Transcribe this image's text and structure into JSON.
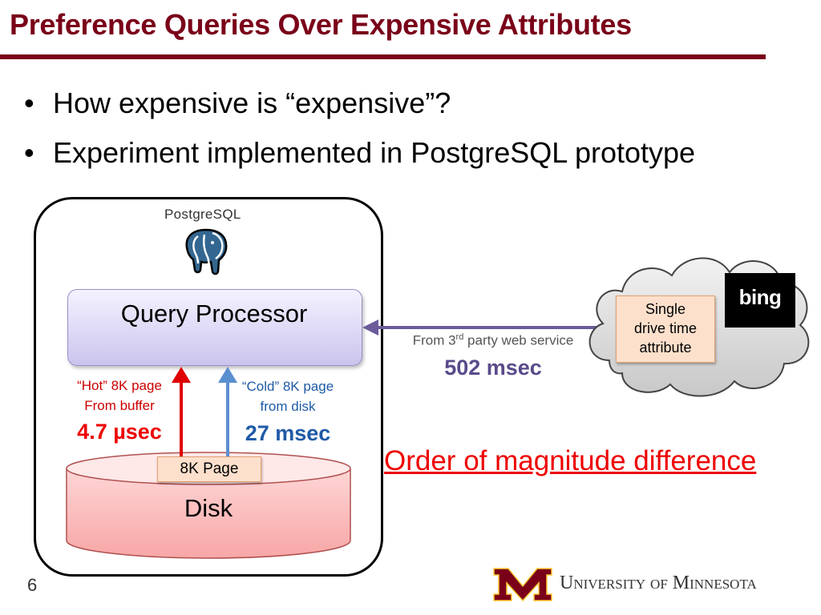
{
  "header": {
    "title": "Preference Queries Over Expensive Attributes",
    "accent_color": "#7a0019"
  },
  "bullets": [
    {
      "symbol": "•",
      "text": "How expensive is “expensive”?"
    },
    {
      "symbol": "•",
      "text": "Experiment implemented in PostgreSQL prototype"
    }
  ],
  "server": {
    "logo_text": "PostgreSQL",
    "logo_icon": "postgresql-elephant-icon",
    "query_processor": "Query Processor",
    "disk": "Disk",
    "page_label": "8K Page"
  },
  "hot_path": {
    "line1": "“Hot” 8K page",
    "line2": "From buffer",
    "value": "4.7 µsec",
    "color": "#e00000"
  },
  "cold_path": {
    "line1": "“Cold” 8K page",
    "line2": "from disk",
    "value": "27 msec",
    "color": "#1f5aa6"
  },
  "web_path": {
    "from_prefix": "From 3",
    "from_sup": "rd",
    "from_suffix": " party web service",
    "value": "502 msec",
    "color": "#5a4a8a"
  },
  "cloud": {
    "attribute_lines": [
      "Single",
      "drive time",
      "attribute"
    ],
    "service_logo_text": "bing"
  },
  "conclusion": "Order of magnitude difference",
  "footer": {
    "page_number": "6",
    "university": "University of Minnesota",
    "logo_icon": "university-m-logo-icon"
  }
}
